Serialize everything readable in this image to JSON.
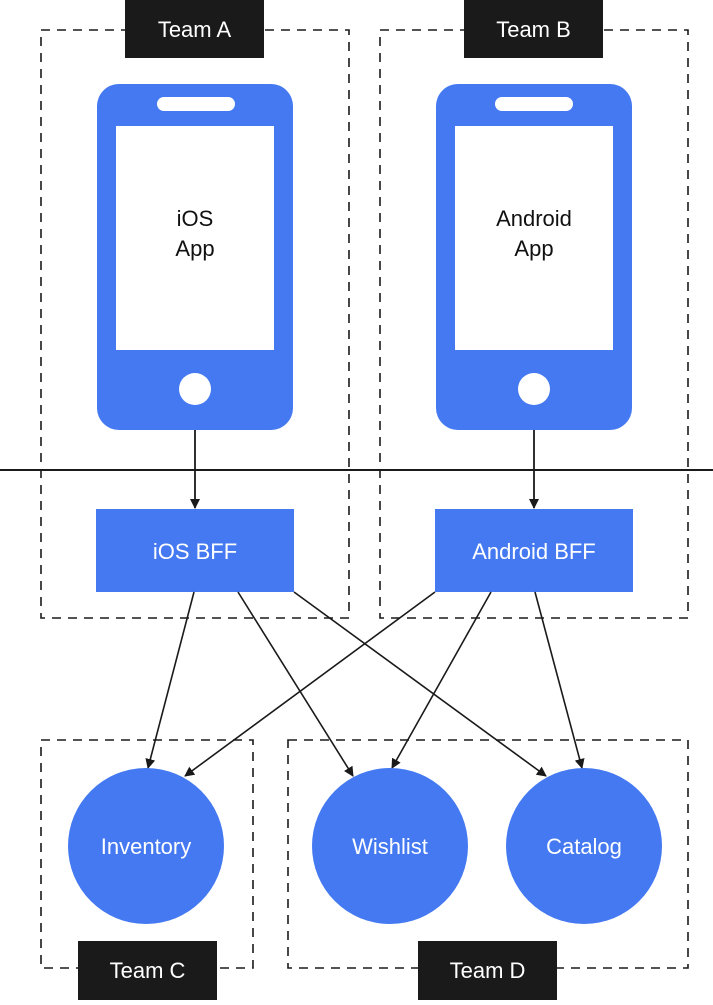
{
  "teams": {
    "a": "Team A",
    "b": "Team B",
    "c": "Team C",
    "d": "Team D"
  },
  "apps": {
    "ios": {
      "line1": "iOS",
      "line2": "App"
    },
    "android": {
      "line1": "Android",
      "line2": "App"
    }
  },
  "bffs": {
    "ios": "iOS BFF",
    "android": "Android BFF"
  },
  "services": {
    "inventory": "Inventory",
    "wishlist": "Wishlist",
    "catalog": "Catalog"
  },
  "colors": {
    "accent": "#4479f2",
    "label_bg": "#1a1a1a",
    "line": "#1a1a1a"
  }
}
